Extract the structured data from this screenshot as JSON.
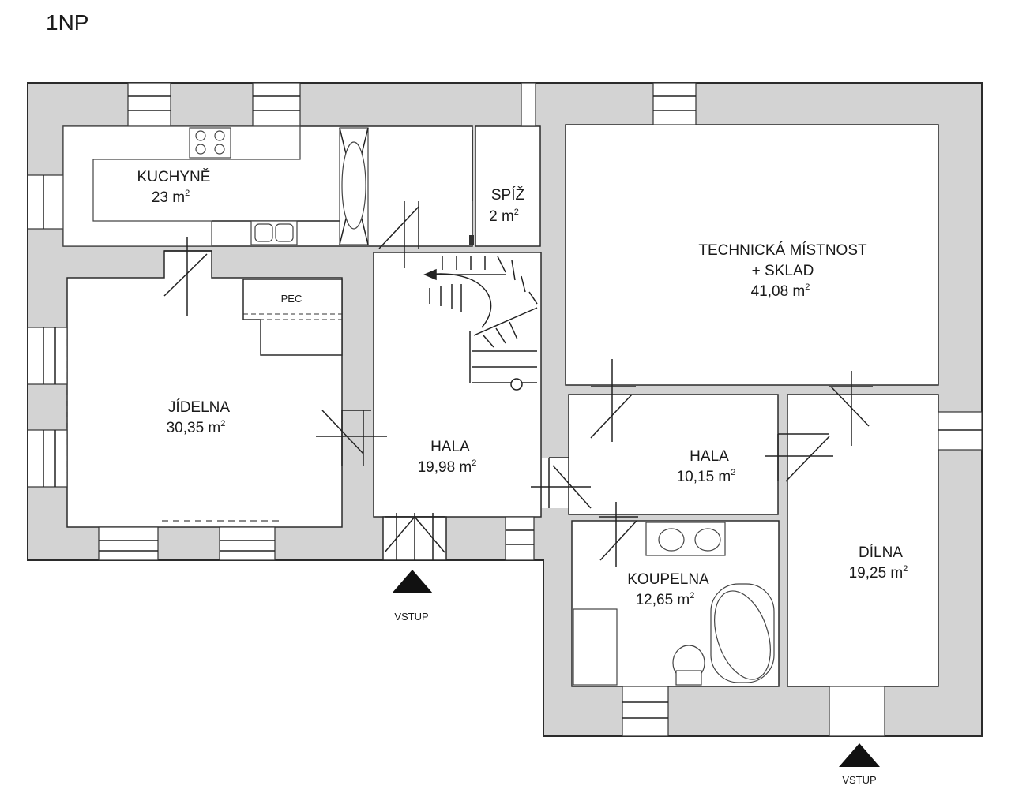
{
  "floor_title": "1NP",
  "sup2": "2",
  "rooms": {
    "kuchyne": {
      "name": "KUCHYNĚ",
      "area": "23 m"
    },
    "spiz": {
      "name": "SPÍŽ",
      "area": "2 m"
    },
    "technicka": {
      "name1": "TECHNICKÁ MÍSTNOST",
      "name2": "+ SKLAD",
      "area": "41,08 m"
    },
    "jidelna": {
      "name": "JÍDELNA",
      "area": "30,35 m"
    },
    "pec": {
      "name": "PEC"
    },
    "hala1": {
      "name": "HALA",
      "area": "19,98 m"
    },
    "hala2": {
      "name": "HALA",
      "area": "10,15 m"
    },
    "koupelna": {
      "name": "KOUPELNA",
      "area": "12,65 m"
    },
    "dilna": {
      "name": "DÍLNA",
      "area": "19,25 m"
    }
  },
  "entrances": {
    "main": "VSTUP",
    "side": "VSTUP"
  },
  "colors": {
    "wall": "#d3d3d3",
    "wall_edge": "#2b2b2b",
    "floor": "#ffffff",
    "text": "#1a1a1a"
  }
}
